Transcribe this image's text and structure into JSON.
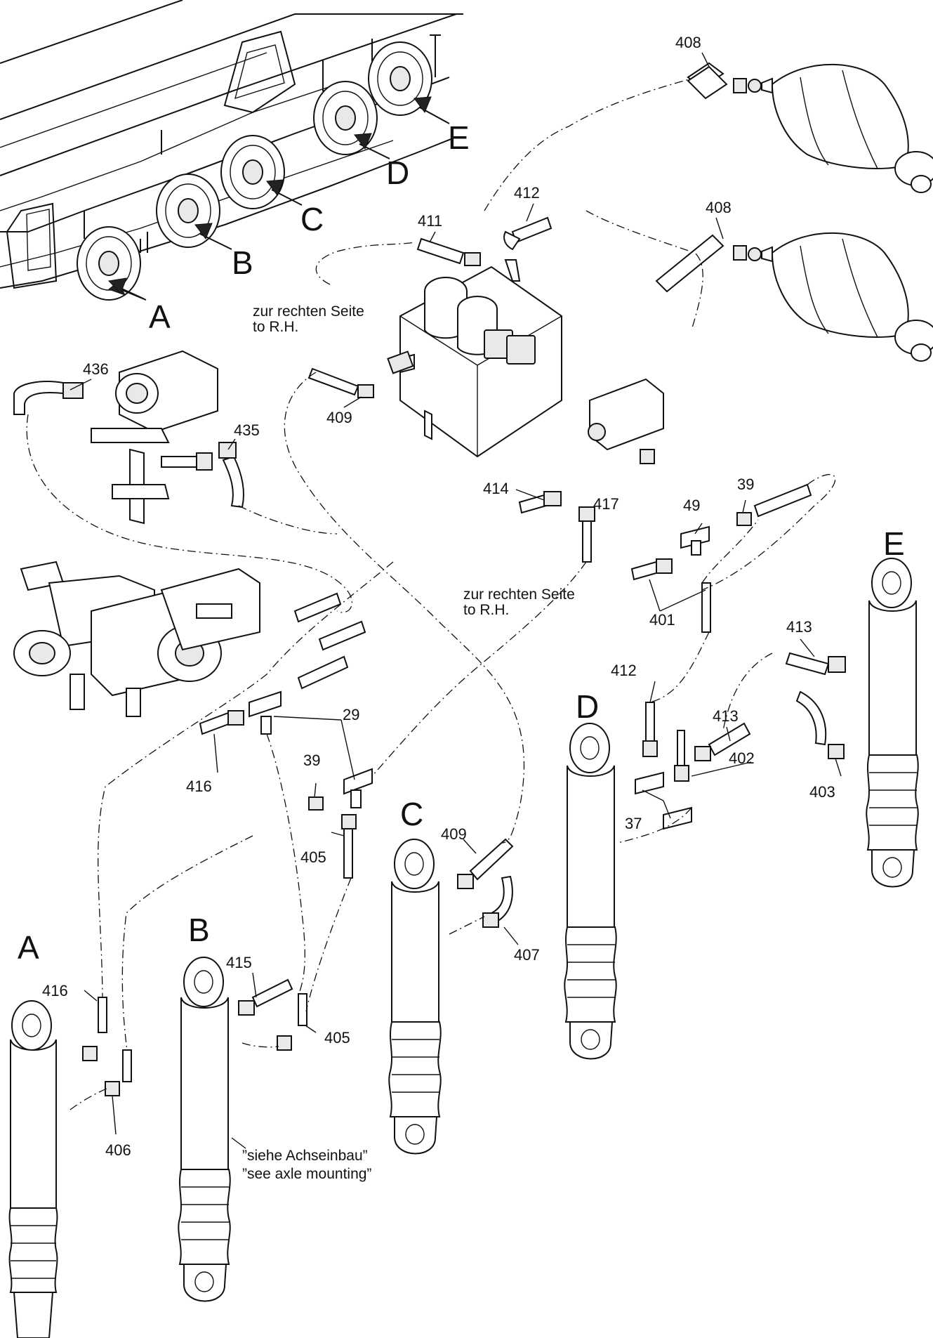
{
  "axle_markers": [
    "A",
    "B",
    "C",
    "D",
    "E"
  ],
  "cylinder_markers": [
    "A",
    "B",
    "C",
    "D",
    "E"
  ],
  "notes": {
    "right_side_de": "zur rechten Seite",
    "right_side_en": "to R.H.",
    "axle_note_de": "”siehe Achseinbau”",
    "axle_note_en": "”see axle mounting”"
  },
  "part_labels": {
    "p408a": "408",
    "p408b": "408",
    "p412a": "412",
    "p411": "411",
    "p436": "436",
    "p435": "435",
    "p409a": "409",
    "p414": "414",
    "p417": "417",
    "p49": "49",
    "p39a": "39",
    "p401": "401",
    "p29": "29",
    "p39b": "39",
    "p416a": "416",
    "p405a": "405",
    "p412b": "412",
    "p413a": "413",
    "p413b": "413",
    "p402": "402",
    "p403": "403",
    "p37": "37",
    "p409b": "409",
    "p407": "407",
    "p415": "415",
    "p405b": "405",
    "p416b": "416",
    "p406": "406"
  }
}
